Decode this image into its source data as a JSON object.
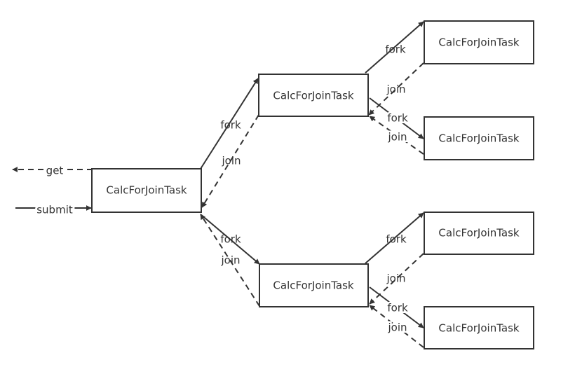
{
  "nodes": {
    "root": "CalcForJoinTask",
    "mid_top": "CalcForJoinTask",
    "mid_bottom": "CalcForJoinTask",
    "leaf_1": "CalcForJoinTask",
    "leaf_2": "CalcForJoinTask",
    "leaf_3": "CalcForJoinTask",
    "leaf_4": "CalcForJoinTask"
  },
  "labels": {
    "get": "get",
    "submit": "submit",
    "fork": "fork",
    "join": "join"
  }
}
